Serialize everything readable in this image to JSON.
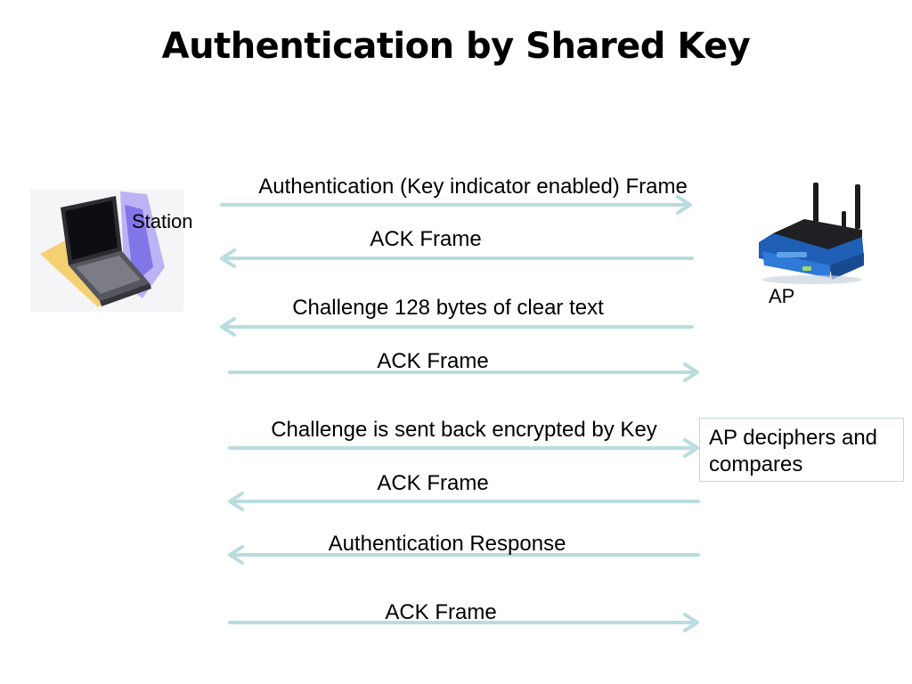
{
  "title": "Authentication by Shared Key",
  "nodes": {
    "station": {
      "label": "Station",
      "icon": "laptop-icon"
    },
    "ap": {
      "label": "AP",
      "icon": "wireless-router-icon"
    }
  },
  "messages": [
    {
      "label": "Authentication (Key indicator enabled) Frame",
      "direction": "station-to-ap"
    },
    {
      "label": "ACK Frame",
      "direction": "ap-to-station"
    },
    {
      "label": "Challenge 128 bytes of clear text",
      "direction": "ap-to-station"
    },
    {
      "label": "ACK Frame",
      "direction": "station-to-ap"
    },
    {
      "label": "Challenge is sent back encrypted by Key",
      "direction": "station-to-ap"
    },
    {
      "label": "ACK Frame",
      "direction": "ap-to-station"
    },
    {
      "label": "Authentication Response",
      "direction": "ap-to-station"
    },
    {
      "label": "ACK Frame",
      "direction": "station-to-ap"
    }
  ],
  "note": {
    "text": "AP deciphers and compares"
  },
  "colors": {
    "arrow": "#b9dcdf",
    "note_border": "#b9dcdf",
    "router_blue": "#1f5fb5",
    "laptop_glow": "#8a7cf0",
    "laptop_shadow": "#f2c24a"
  }
}
